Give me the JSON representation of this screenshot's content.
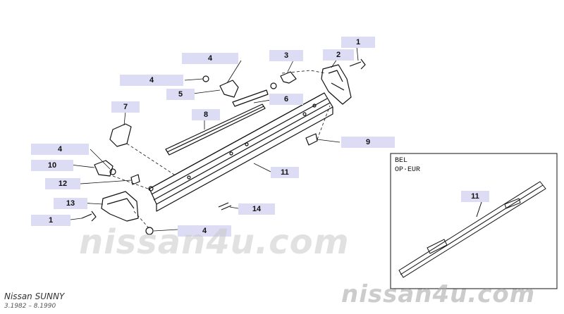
{
  "diagram": {
    "callouts": {
      "c1_top": "1",
      "c2": "2",
      "c3": "3",
      "c4_top": "4",
      "c4_left": "4",
      "c5": "5",
      "c6": "6",
      "c7": "7",
      "c8": "8",
      "c9": "9",
      "c4_mid": "4",
      "c10": "10",
      "c11": "11",
      "c12": "12",
      "c13": "13",
      "c1_bottom": "1",
      "c14": "14",
      "c4_bottom": "4",
      "c11_inset": "11"
    },
    "inset": {
      "line1": "BEL",
      "line2": "OP·EUR"
    }
  },
  "watermarks": {
    "center": "nissan4u.com",
    "bottom": "nissan4u.com"
  },
  "footer": {
    "model": "Nissan SUNNY",
    "range": "3.1982 – 8.1990"
  }
}
